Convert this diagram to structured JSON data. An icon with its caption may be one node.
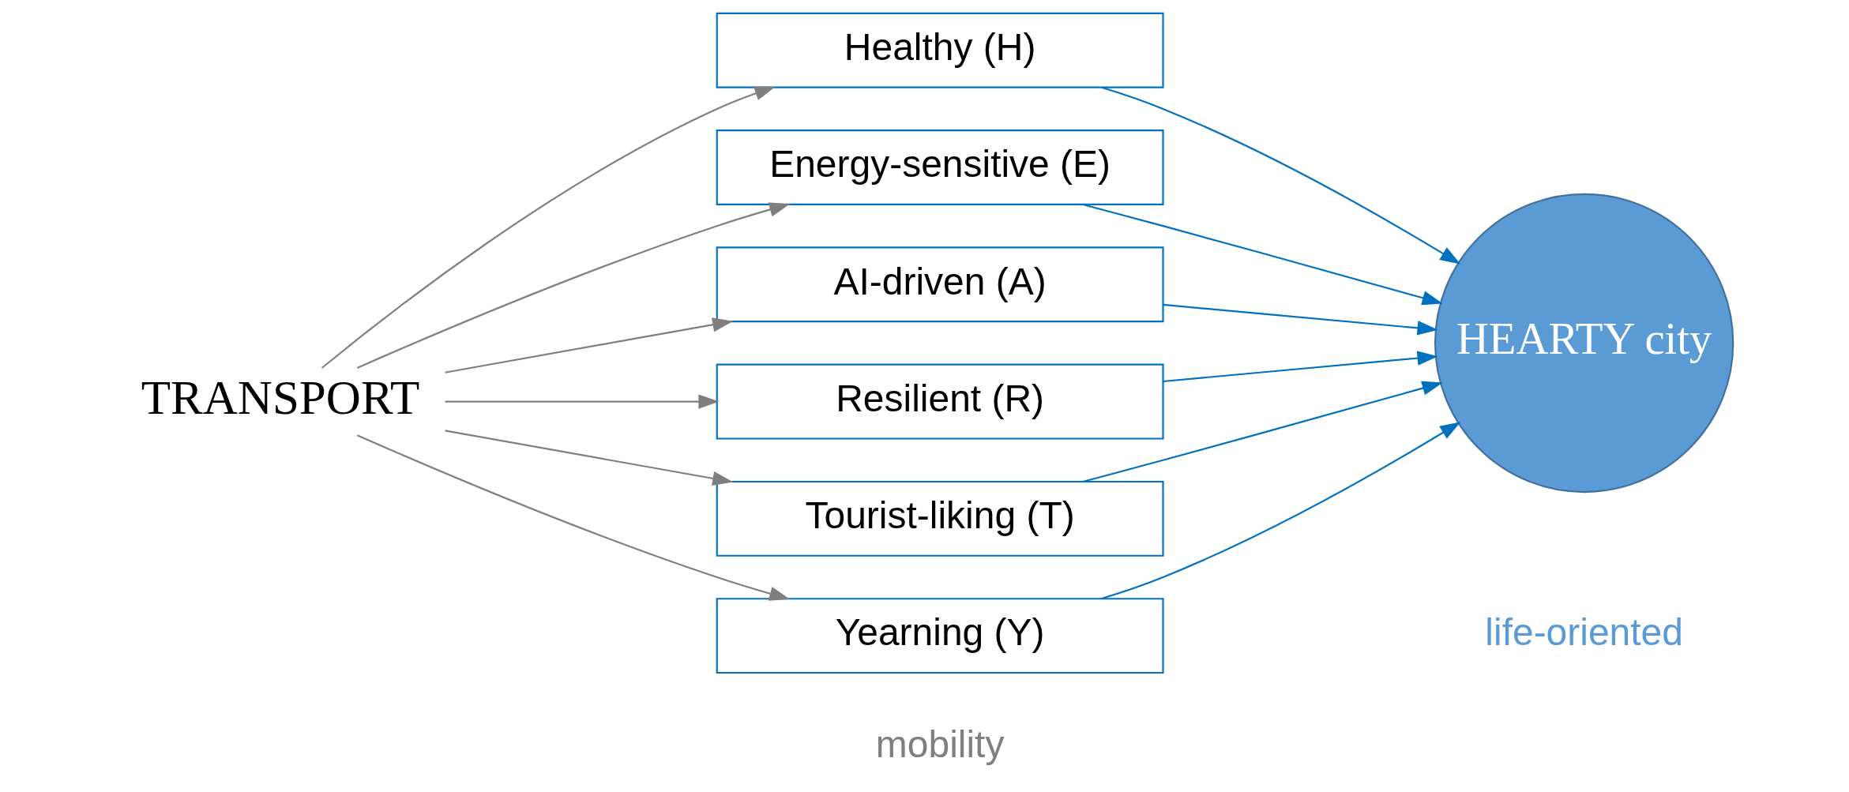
{
  "diagram": {
    "nodes": [
      {
        "text": [
          "TRANSPORT"
        ]
      },
      {
        "text": [
          "Healthy (H)"
        ]
      },
      {
        "text": [
          "Energy-sensitive (E)"
        ]
      },
      {
        "text": [
          "AI-driven (A)"
        ]
      },
      {
        "text": [
          "Resilient (R)"
        ]
      },
      {
        "text": [
          "Tourist-liking (T)"
        ]
      },
      {
        "text": [
          "Yearning (Y)"
        ]
      },
      {
        "text": [
          "HEARTY city"
        ]
      }
    ],
    "edges": [
      {
        "from": 0,
        "to": 1,
        "arrow": "to",
        "color": "#7f7f7f"
      },
      {
        "from": 0,
        "to": 2,
        "arrow": "to",
        "color": "#7f7f7f"
      },
      {
        "from": 0,
        "to": 3,
        "arrow": "to",
        "color": "#7f7f7f"
      },
      {
        "from": 0,
        "to": 4,
        "arrow": "to",
        "color": "#7f7f7f"
      },
      {
        "from": 0,
        "to": 5,
        "arrow": "to",
        "color": "#7f7f7f"
      },
      {
        "from": 0,
        "to": 6,
        "arrow": "to",
        "color": "#7f7f7f"
      },
      {
        "from": 1,
        "to": 7,
        "arrow": "to",
        "color": "#0070c0"
      },
      {
        "from": 2,
        "to": 7,
        "arrow": "to",
        "color": "#0070c0"
      },
      {
        "from": 3,
        "to": 7,
        "arrow": "to",
        "color": "#0070c0"
      },
      {
        "from": 4,
        "to": 7,
        "arrow": "to",
        "color": "#0070c0"
      },
      {
        "from": 5,
        "to": 7,
        "arrow": "to",
        "color": "#0070c0"
      },
      {
        "from": 6,
        "to": 7,
        "arrow": "to",
        "color": "#0070c0"
      }
    ],
    "labels": [
      "mobility",
      "life-oriented"
    ]
  }
}
